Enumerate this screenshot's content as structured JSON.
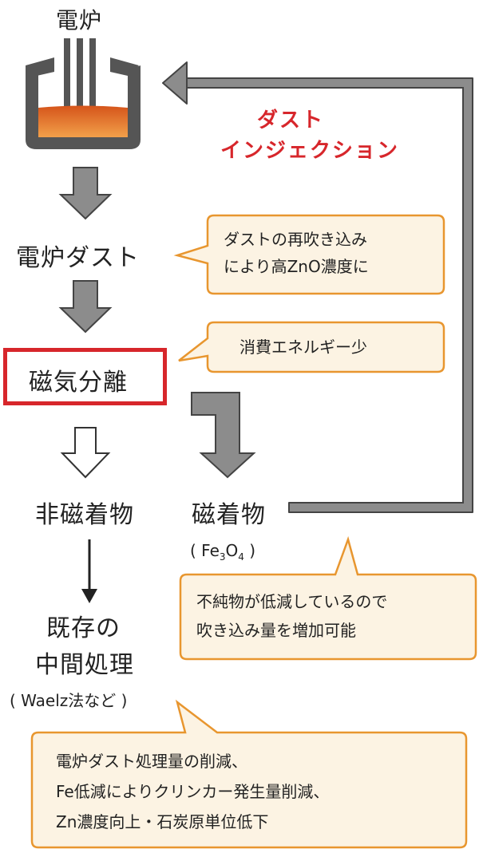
{
  "furnace": {
    "label": "電炉"
  },
  "dust_injection": {
    "line1": "ダスト",
    "line2": "インジェクション"
  },
  "nodes": {
    "dust": "電炉ダスト",
    "magnetic_separation": "磁気分離",
    "non_magnetic": "非磁着物",
    "magnetic": "磁着物",
    "magnetic_formula_open": "( Fe",
    "magnetic_formula_sub1": "3",
    "magnetic_formula_o": "O",
    "magnetic_formula_sub2": "4",
    "magnetic_formula_close": " )",
    "existing_line1": "既存の",
    "existing_line2": "中間処理",
    "existing_note": "( Waelz法など )"
  },
  "callouts": {
    "reinjection": {
      "line1": "ダストの再吹き込み",
      "line2": "により高ZnO濃度に"
    },
    "energy": {
      "line1": "消費エネルギー少"
    },
    "impurity": {
      "line1": "不純物が低減しているので",
      "line2": "吹き込み量を増加可能"
    },
    "benefits": {
      "line1": "電炉ダスト処理量の削減、",
      "line2": "Fe低減によりクリンカー発生量削減、",
      "line3": "Zn濃度向上・石炭原単位低下"
    }
  },
  "colors": {
    "accent_red": "#d7262b",
    "callout_border": "#e8962f",
    "callout_fill": "#fcf3e3",
    "arrow_gray": "#8c8c8c",
    "molten_orange": "#e06a1f"
  }
}
